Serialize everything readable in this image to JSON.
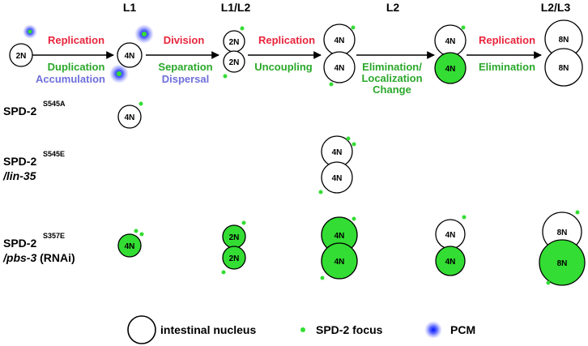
{
  "stages": [
    "L1",
    "L1/L2",
    "L2",
    "L2/L3"
  ],
  "steps": {
    "s1_red": "Replication",
    "s1_green": "Duplication",
    "s1_blue": "Accumulation",
    "s2_red": "Division",
    "s2_green": "Separation",
    "s2_blue": "Dispersal",
    "s3_red": "Replication",
    "s3_green": "Uncoupling",
    "s4_green1": "Elimination/",
    "s4_green2": "Localization",
    "s4_green3": "Change",
    "s5_red": "Replication",
    "s5_green": "Elimination"
  },
  "nucleus_labels": {
    "n2": "2N",
    "n4": "4N",
    "n8": "8N"
  },
  "rows": [
    {
      "name": "SPD-2",
      "sup": "S545A",
      "line2": ""
    },
    {
      "name": "SPD-2",
      "sup": "S545E",
      "line2": "/lin-35"
    },
    {
      "name": "SPD-2",
      "sup": "S357E",
      "line2_gene": "/pbs-3",
      "line2_rest": "(RNAi)"
    }
  ],
  "legend": {
    "nucleus": "intestinal nucleus",
    "focus": "SPD-2 focus",
    "pcm": "PCM"
  },
  "colors": {
    "green_fill": "#33dd33",
    "focus": "#33dd33",
    "red": "#e8243c",
    "green_text": "#2aa82a",
    "blue_text": "#6f6fdc",
    "pcm": "#2020e0"
  }
}
